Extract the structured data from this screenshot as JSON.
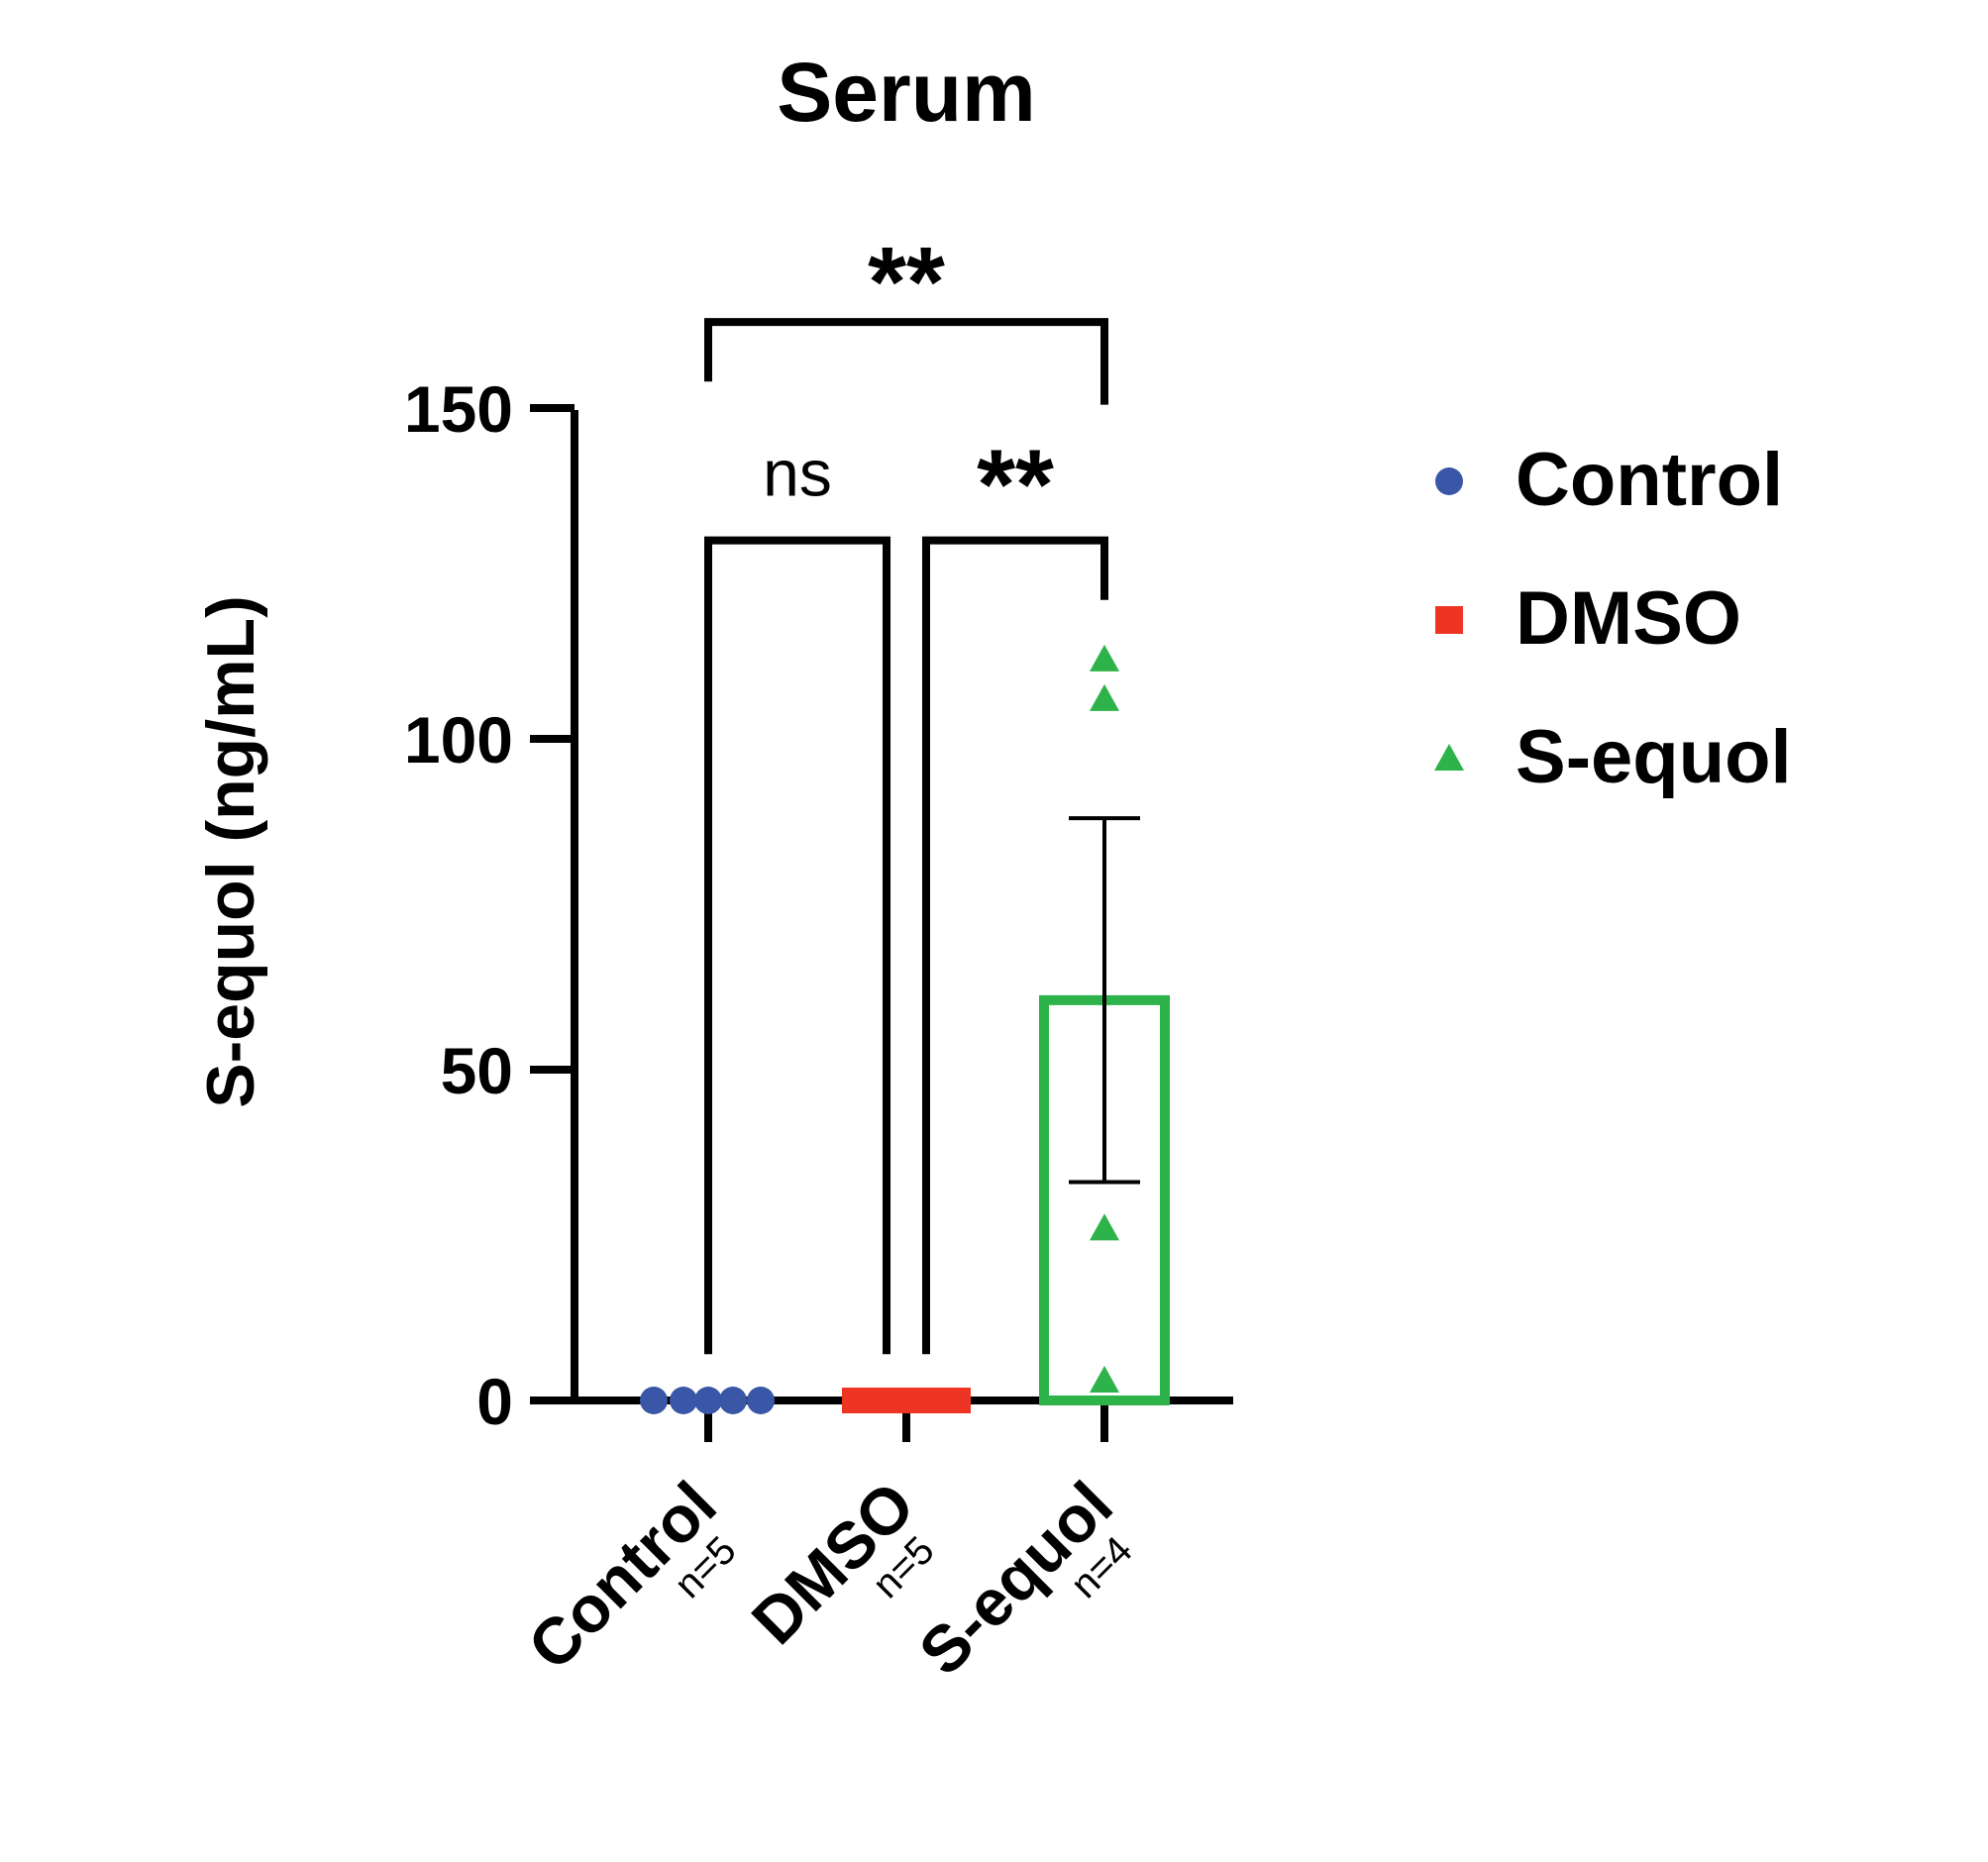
{
  "chart_data": {
    "type": "bar",
    "title": "Serum",
    "ylabel": "S-equol (ng/mL)",
    "xlabel": "",
    "ylim": [
      0,
      150
    ],
    "yticks": [
      0,
      50,
      100,
      150
    ],
    "categories": [
      "Control",
      "DMSO",
      "S-equol"
    ],
    "n_labels": [
      "n=5",
      "n=5",
      "n=4"
    ],
    "groups": [
      {
        "name": "Control",
        "color": "#3a56a6",
        "marker": "circle",
        "mean": 0,
        "sem": 0,
        "points": [
          0,
          0,
          0,
          0,
          0
        ],
        "bar_visible": false
      },
      {
        "name": "DMSO",
        "color": "#ee3524",
        "marker": "square",
        "mean": 0,
        "sem": 0,
        "points": [
          0,
          0,
          0,
          0,
          0
        ],
        "bar_visible": false
      },
      {
        "name": "S-equol",
        "color": "#2db34a",
        "marker": "triangle",
        "mean": 60.5,
        "sem": 27.5,
        "points": [
          112,
          106,
          26,
          3
        ],
        "bar_visible": true
      }
    ],
    "legend": {
      "position": "right",
      "entries": [
        {
          "label": "Control",
          "color": "#3a56a6",
          "marker": "circle"
        },
        {
          "label": "DMSO",
          "color": "#ee3524",
          "marker": "square"
        },
        {
          "label": "S-equol",
          "color": "#2db34a",
          "marker": "triangle"
        }
      ]
    },
    "significance": [
      {
        "from": "Control",
        "to": "DMSO",
        "label": "ns",
        "y": 130
      },
      {
        "from": "DMSO",
        "to": "S-equol",
        "label": "**",
        "y": 130
      },
      {
        "from": "Control",
        "to": "S-equol",
        "label": "**",
        "y": 163
      }
    ],
    "grid": false
  }
}
